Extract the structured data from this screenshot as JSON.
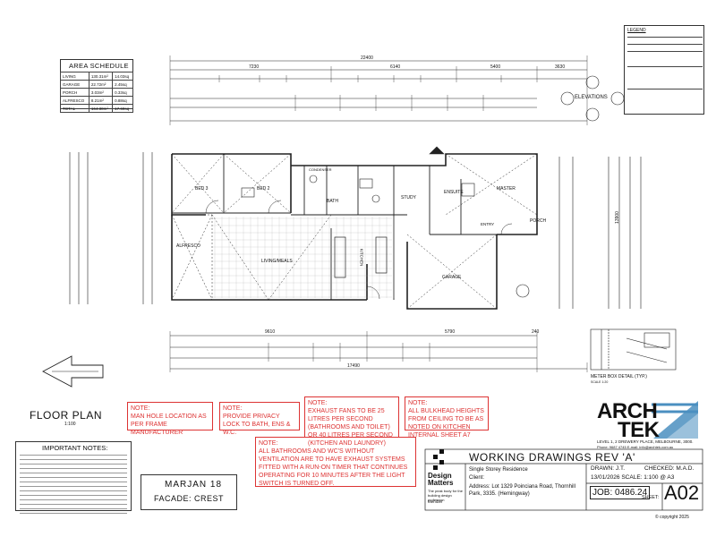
{
  "area_schedule": {
    "title": "AREA SCHEDULE",
    "rows": [
      {
        "name": "LIVING",
        "area": "130.31m²",
        "sq": "14.03sq"
      },
      {
        "name": "GARAGE",
        "area": "22.72m²",
        "sq": "2.45sq"
      },
      {
        "name": "PORCH",
        "area": "3.03m²",
        "sq": "0.33sq"
      },
      {
        "name": "ALFRESCO",
        "area": "8.21m²",
        "sq": "0.88sq"
      },
      {
        "name": "TOTAL",
        "area": "164.30m²",
        "sq": "17.69sq"
      }
    ]
  },
  "rooms": {
    "bed3": "BED 3",
    "bed2": "BED 2",
    "bath": "BATH",
    "study": "STUDY",
    "ensuite": "ENSUITE",
    "master": "MASTER",
    "alfresco": "ALFRESCO",
    "living": "LIVING/MEALS",
    "kitchen": "KITCHEN",
    "garage": "GARAGE",
    "porch": "PORCH",
    "entry": "ENTRY",
    "condenser": "CONDENSER"
  },
  "dimensions": {
    "overall_top": "22400",
    "overall_bottom": "17490",
    "right_top": "13900",
    "top_segments": [
      "7230",
      "6140",
      "5400",
      "3630"
    ],
    "bottom_segments": [
      "9610",
      "5790",
      "240"
    ]
  },
  "labels": {
    "floor_plan": "FLOOR PLAN",
    "floor_plan_scale": "1:100",
    "elevations": "ELEVATIONS",
    "meter_box": "METER BOX DETAIL (TYP.)",
    "meter_box_scale": "SCALE 1:20",
    "legend": "LEGEND"
  },
  "notes": [
    "NOTE:\nMAN HOLE LOCATION AS PER FRAME MANUFACTURER",
    "NOTE:\nPROVIDE PRIVACY LOCK TO BATH, ENS & W.C.",
    "NOTE:\nEXHAUST FANS TO BE 25 LITRES PER SECOND (BATHROOMS AND TOILET) OR 40 LITRES PER SECOND (KITCHEN AND LAUNDRY)",
    "NOTE:\nALL BULKHEAD HEIGHTS FROM CEILING TO BE AS NOTED ON KITCHEN INTERNAL SHEET A7",
    "NOTE:\nALL BATHROOMS AND WC'S WITHOUT VENTILATION ARE TO HAVE EXHAUST SYSTEMS FITTED WITH A RUN-ON TIMER THAT CONTINUES OPERATING FOR 10 MINUTES AFTER THE LIGHT SWITCH IS TURNED OFF."
  ],
  "important_notes": {
    "title": "IMPORTANT NOTES:"
  },
  "design": {
    "name": "MARJAN 18",
    "facade": "FACADE: CREST"
  },
  "brand": {
    "design_matters": "Design Matters",
    "design_matters_sub": "The peak body for the building design profession",
    "member": "Member",
    "logo_line1": "ARCH",
    "logo_line2": "TEK",
    "address": "LEVEL 1, 2 DREWERY PLACE, MELBOURNE, 3000.",
    "contact": "Phone: 9687 4745 E-mail: info@archtek.com.au"
  },
  "title_block": {
    "heading": "WORKING DRAWINGS REV 'A'",
    "project": "Single Storey Residence",
    "client": "Client:",
    "address": "Address: Lot 1329 Poinciana Road, Thornhill Park, 3335. (Hemingway)",
    "drawn": "DRAWN:  J.T.",
    "checked": "CHECKED: M.A.D.",
    "date_scale": "13/01/2026  SCALE: 1:100 @ A3",
    "job": "JOB: 0486.24",
    "sheet_label": "SHEET:",
    "sheet": "A02",
    "copyright": "© copyright 2025"
  },
  "colors": {
    "red": "#d33333",
    "logo_teal": "#4b8fc0"
  }
}
